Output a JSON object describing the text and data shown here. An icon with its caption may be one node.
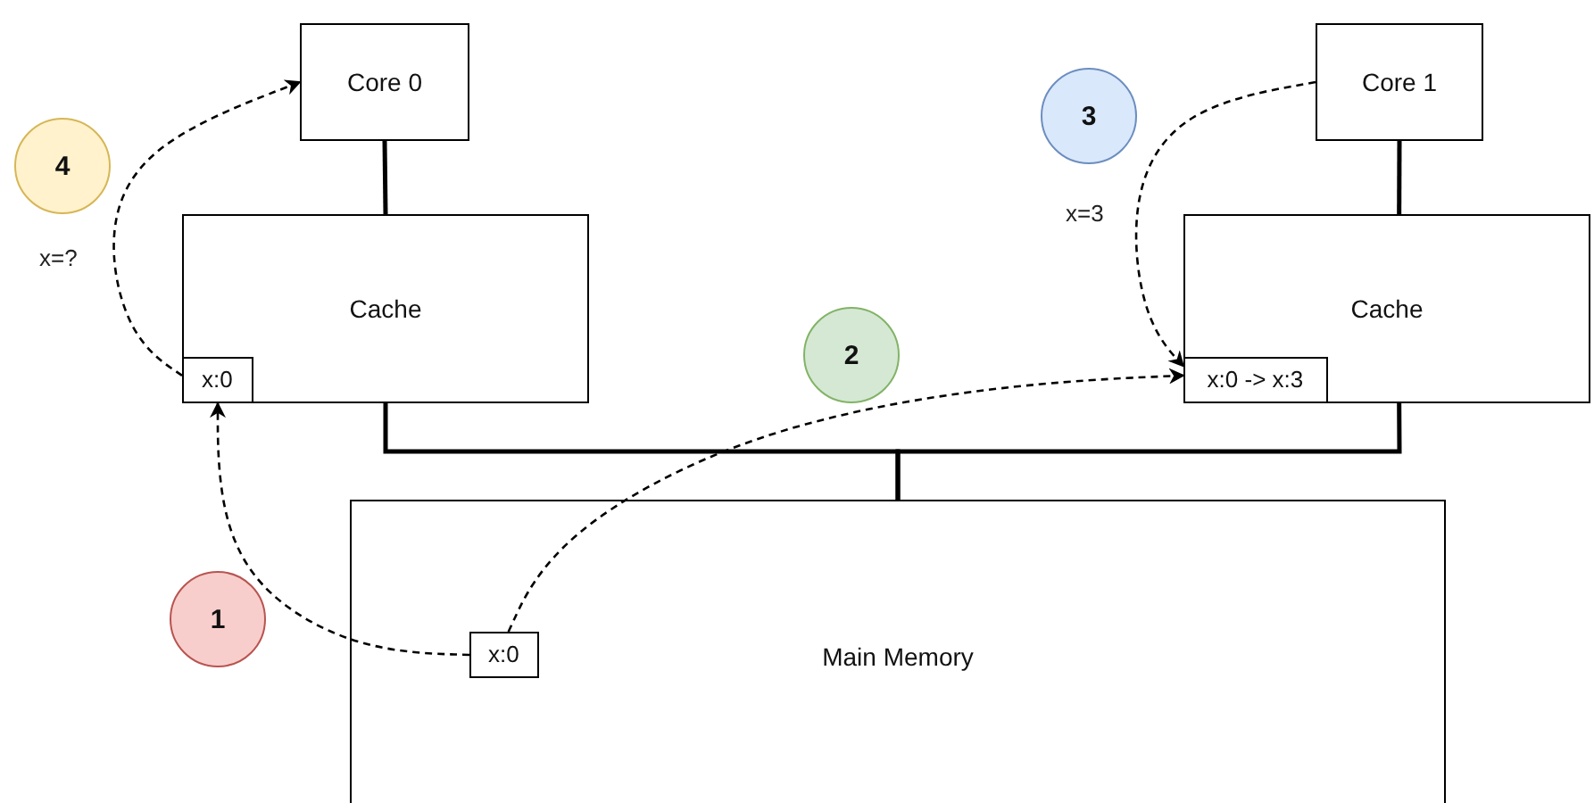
{
  "diagram": {
    "nodes": [
      {
        "text": [
          "Core 0"
        ]
      },
      {
        "text": [
          "Cache"
        ]
      },
      {
        "text": [
          "x:0"
        ],
        "in": 1
      },
      {
        "text": [
          "Core 1"
        ]
      },
      {
        "text": [
          "Cache"
        ]
      },
      {
        "text": [
          "x:0 -> x:3"
        ],
        "in": 4
      },
      {
        "text": [
          "Main Memory"
        ]
      },
      {
        "text": [
          "x:0"
        ],
        "in": 6
      },
      {
        "text": [
          "4"
        ]
      },
      {
        "text": [
          "3"
        ]
      },
      {
        "text": [
          "2"
        ]
      },
      {
        "text": [
          "1"
        ]
      }
    ],
    "edges": [
      {
        "from": 0,
        "to": 1,
        "arrow": "none"
      },
      {
        "from": 3,
        "to": 4,
        "arrow": "none"
      },
      {
        "from": 1,
        "to": 6,
        "arrow": "none"
      },
      {
        "from": 4,
        "to": 6,
        "arrow": "none"
      },
      {
        "from": 7,
        "to": 2,
        "arrow": "to",
        "style": "dashed"
      },
      {
        "from": 7,
        "to": 5,
        "arrow": "to",
        "style": "dashed"
      },
      {
        "from": 3,
        "to": 5,
        "arrow": "to",
        "style": "dashed"
      },
      {
        "from": 2,
        "to": 0,
        "arrow": "to",
        "style": "dashed"
      }
    ],
    "labels": [
      "x=?",
      "x=3"
    ]
  }
}
